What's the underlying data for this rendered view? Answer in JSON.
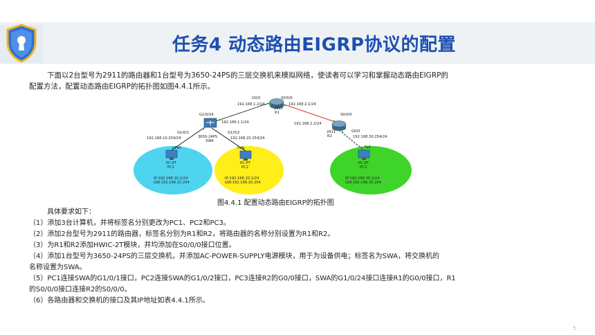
{
  "title": "任务4 动态路由EIGRP协议的配置",
  "intro": {
    "line1": "下面以2台型号为2911的路由器和1台型号为3650-24PS的三层交换机来模拟网络，使读者可以学习和掌握动态路由EIGRP的",
    "line2": "配置方法，配置动态路由EIGRP的拓扑图如图4.4.1所示。"
  },
  "diagram": {
    "r1": {
      "name": "R1",
      "model": "2911",
      "g0": "G0/0",
      "s0": "S0/0/0",
      "ip_g0": "192.168.1.2/24",
      "ip_s0": "192.168.2.1/24"
    },
    "r2": {
      "name": "R2",
      "model": "2911",
      "s0": "S0/0/0",
      "g0": "G0/0",
      "ip_s0": "192.168.2.2/24",
      "ip_g0": "192.168.30.254/24"
    },
    "swa": {
      "name": "SWA",
      "model": "3650-24PS",
      "g24": "G1/0/24",
      "g1": "G1/0/1",
      "g2": "G1/0/2",
      "ip_g24": "192.168.1.1/24",
      "ip_g1": "192.168.10.254/24",
      "ip_g2": "192.168.20.254/24"
    },
    "pc1": {
      "type": "PC-PT",
      "name": "PC1",
      "port": "Fa0",
      "ip": "IP:192.168.10.1/24",
      "gw": "GW:192.168.10.254"
    },
    "pc2": {
      "type": "PC-PT",
      "name": "PC2",
      "port": "Fa0",
      "ip": "IP:192.168.20.1/24",
      "gw": "GW:192.168.20.254"
    },
    "pc3": {
      "type": "PC-PT",
      "name": "PC3",
      "port": "Fa0",
      "ip": "IP:192.168.30.1/24",
      "gw": "GW:192.168.30.254"
    }
  },
  "caption": "图4.4.1  配置动态路由EIGRP的拓扑图",
  "requirements": {
    "heading": "具体要求如下：",
    "items": [
      "（1）添加3台计算机，并将标签名分别更改为PC1、PC2和PC3。",
      "（2）添加2台型号为2911的路由器，标签名分别为R1和R2，将路由器的名称分别设置为R1和R2。",
      "（3）为R1和R2添加HWIC-2T模块，并均添加在S0/0/0接口位置。",
      "（4）添加1台型号为3650-24PS的三层交换机，并添加AC-POWER-SUPPLY电源模块，用于为设备供电；标签名为SWA，将交换机的",
      "名称设置为SWA。",
      "（5）PC1连接SWA的G1/0/1接口，PC2连接SWA的G1/0/2接口，PC3连接R2的G0/0接口，SWA的G1/0/24接口连接R1的G0/0接口，R1",
      "的S0/0/0接口连接R2的S0/0/0。",
      "（6）各路由器和交换机的接口及其IP地址如表4.4.1所示。"
    ]
  },
  "page_number": "5"
}
